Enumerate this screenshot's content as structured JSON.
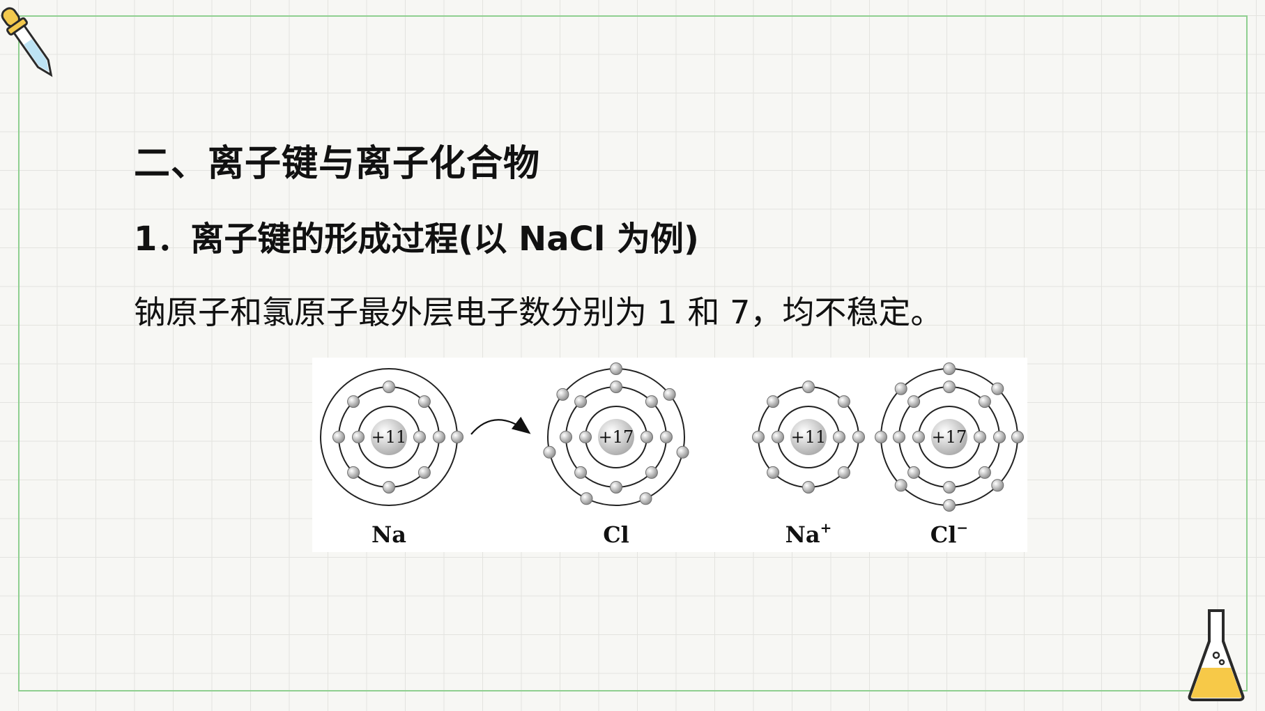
{
  "slide": {
    "heading": "二、离子键与离子化合物",
    "subheading": "1．离子键的形成过程(以 NaCl 为例)",
    "body": "钠原子和氯原子最外层电子数分别为 1 和 7，均不稳定。"
  },
  "diagram": {
    "atoms": [
      {
        "label": "Na",
        "charge": "",
        "nucleus": "+11",
        "shells": [
          2,
          8,
          1
        ]
      },
      {
        "label": "Cl",
        "charge": "",
        "nucleus": "+17",
        "shells": [
          2,
          8,
          7
        ]
      },
      {
        "label": "Na",
        "charge": "+",
        "nucleus": "+11",
        "shells": [
          2,
          8
        ]
      },
      {
        "label": "Cl",
        "charge": "−",
        "nucleus": "+17",
        "shells": [
          2,
          8,
          8
        ]
      }
    ]
  },
  "colors": {
    "frame": "#8fcf90",
    "text": "#111111",
    "orbit": "#222222",
    "nucleus": "#bdbdbd",
    "electron": "#9c9c9c",
    "flask_liquid": "#f7c948",
    "dropper_bulb": "#f3c94e",
    "dropper_glass": "#bde3f4"
  },
  "icons": {
    "top_left": "dropper-icon",
    "bottom_right": "flask-icon"
  }
}
